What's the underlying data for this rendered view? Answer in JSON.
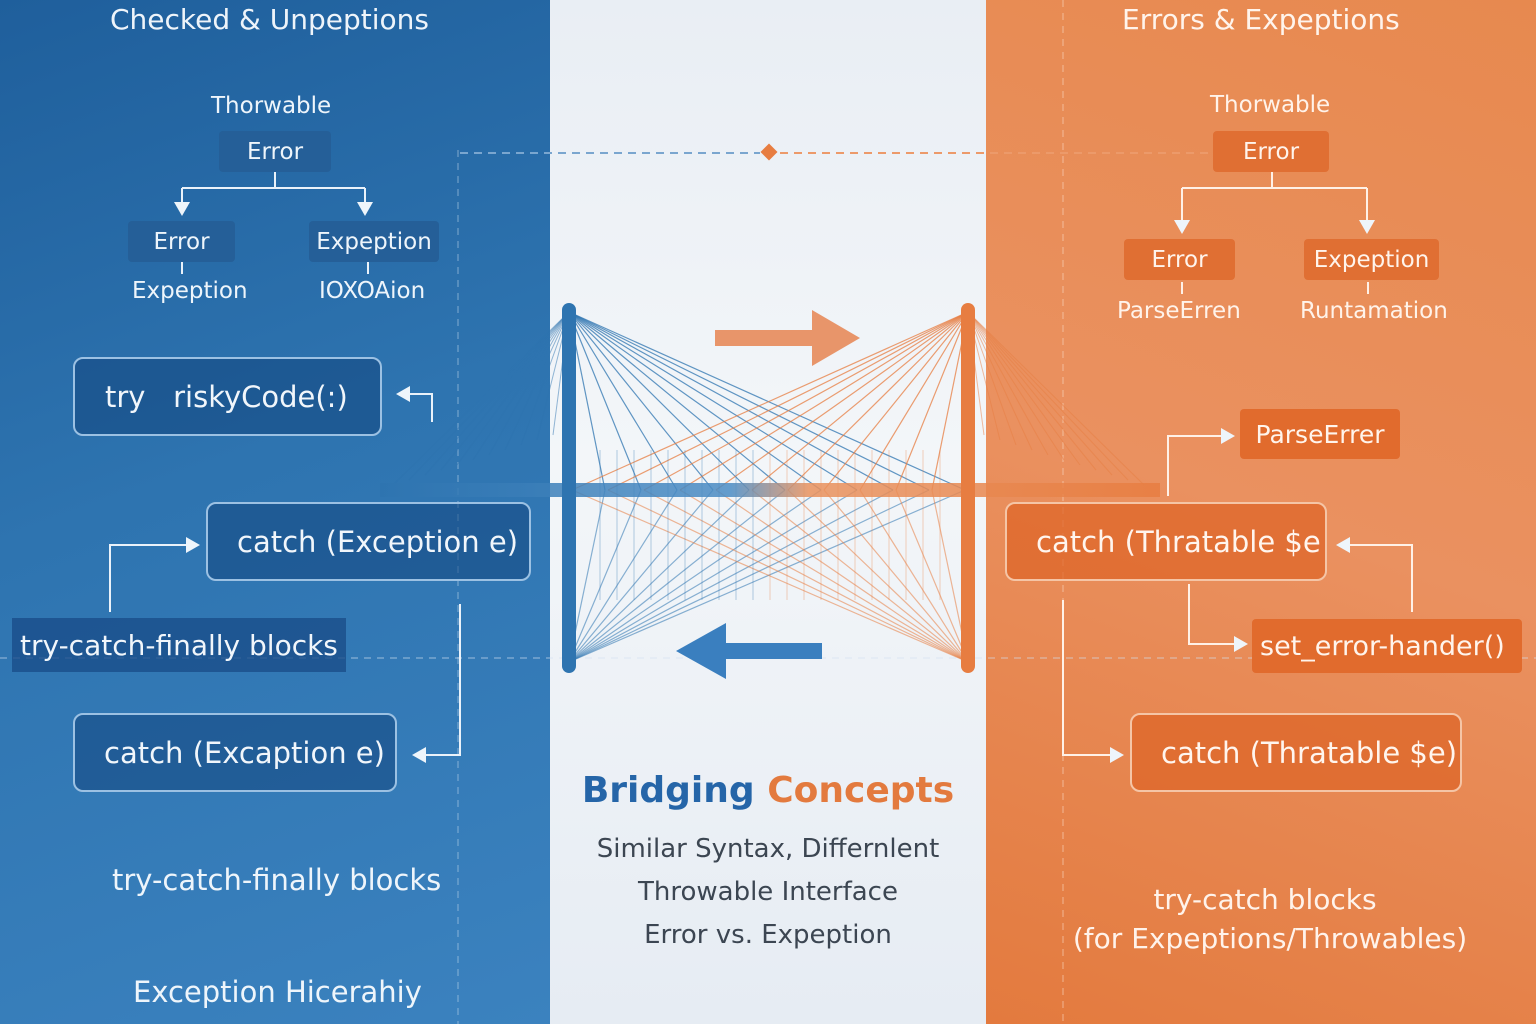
{
  "left": {
    "heading": "Checked & Unpeptions",
    "tree": {
      "root_label": "Thorwable",
      "root_node": "Error",
      "child_a": "Error",
      "child_a_sub": "Expeption",
      "child_b": "Expeption",
      "child_b_sub": "IOXOAion"
    },
    "code_try": "try   riskyCode(:)",
    "code_catch1": "catch (Exception e)",
    "pill_blocks": "try-catch-finally blocks",
    "code_catch2": "catch (Excaption e)",
    "footer_blocks": "try-catch-finally blocks",
    "footer_hierarchy": "Exception Hicerahiy"
  },
  "center": {
    "title_part1": "Bridging",
    "title_part2": "Concepts",
    "lines": [
      "Similar Syntax, Differnlent",
      "Throwable Interface",
      "Error vs. Expeption"
    ]
  },
  "right": {
    "heading": "Errors & Expeptions",
    "tree": {
      "root_label": "Thorwable",
      "root_node": "Error",
      "child_a": "Error",
      "child_a_sub": "ParseErren",
      "child_b": "Expeption",
      "child_b_sub": "Runtamation"
    },
    "parse_node": "ParseErrer",
    "code_catch1": "catch (Thratable $e",
    "handler": "set_error-hander()",
    "code_catch2": "catch (Thratable $e)",
    "footer_line1": "try-catch blocks",
    "footer_line2": "(for Expeptions/Throwables)"
  },
  "colors": {
    "blue": "#2e74b0",
    "orange": "#e77d41",
    "title_blue": "#2565a8",
    "title_orange": "#e37a3e"
  }
}
